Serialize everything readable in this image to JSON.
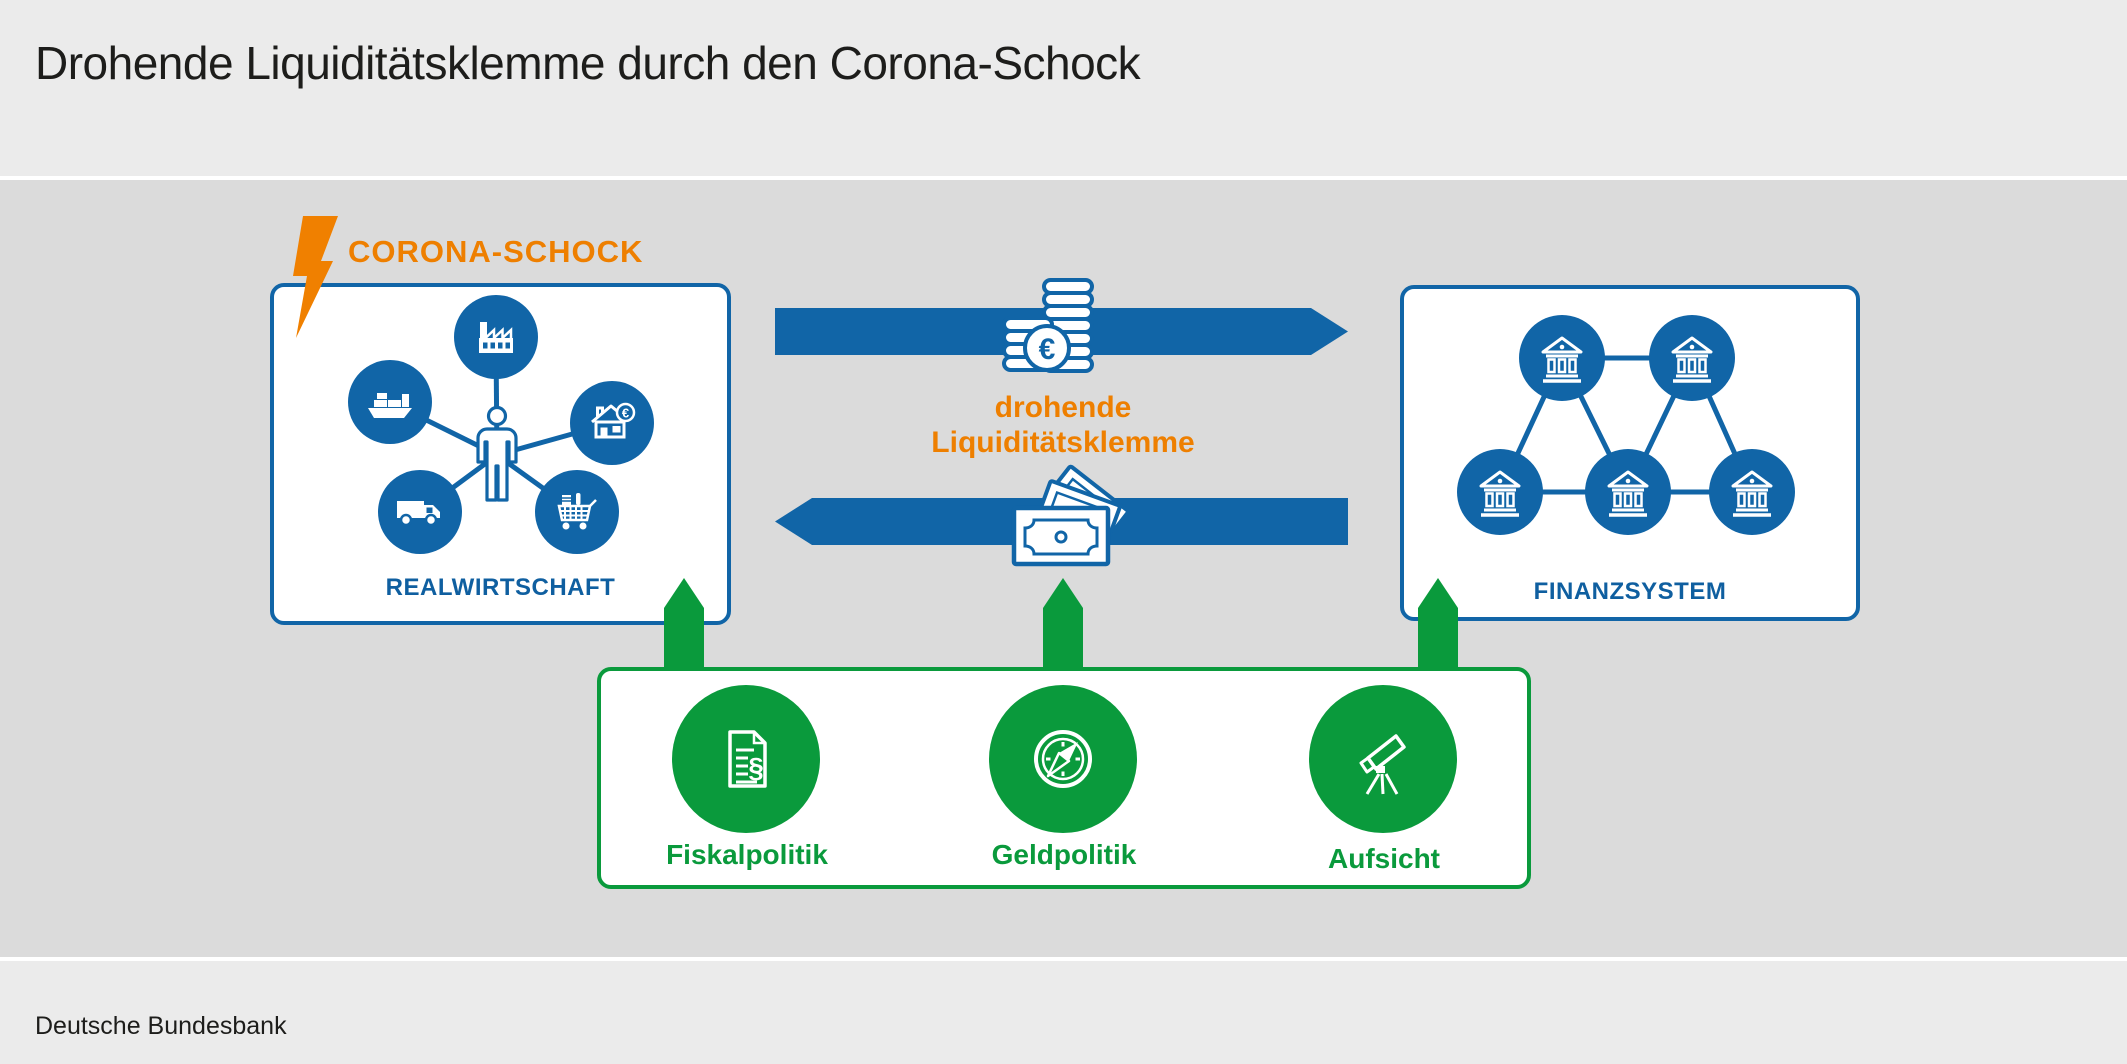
{
  "title_bar": {
    "title": "Drohende Liquiditätsklemme durch den Corona-Schock"
  },
  "footer": {
    "text": "Deutsche Bundesbank"
  },
  "colors": {
    "blue": "#1165a7",
    "green": "#0a9a3c",
    "orange": "#ee7f00",
    "band_background": "#ebebeb",
    "main_background": "#dbdbdb",
    "dark_text": "#1d1d1b"
  },
  "diagram": {
    "shock": {
      "label": "CORONA-SCHOCK",
      "icon": "lightning-bolt-icon"
    },
    "real_economy": {
      "label": "REALWIRTSCHAFT",
      "icons": [
        "factory-icon",
        "cargo-ship-icon",
        "house-euro-icon",
        "delivery-truck-icon",
        "shopping-cart-icon",
        "person-icon"
      ]
    },
    "financial_system": {
      "label": "FINANZSYSTEM",
      "icon": "bank-icon",
      "bank_count": 5
    },
    "flows": {
      "top_arrow_direction": "right",
      "top_arrow_icon": "euro-coins-icon",
      "bottom_arrow_direction": "left",
      "bottom_arrow_icon": "banknotes-icon",
      "center_label_line1": "drohende",
      "center_label_line2": "Liquiditätsklemme"
    },
    "policy": {
      "items": [
        {
          "label": "Fiskalpolitik",
          "icon": "law-document-icon"
        },
        {
          "label": "Geldpolitik",
          "icon": "compass-icon"
        },
        {
          "label": "Aufsicht",
          "icon": "telescope-icon"
        }
      ]
    }
  }
}
